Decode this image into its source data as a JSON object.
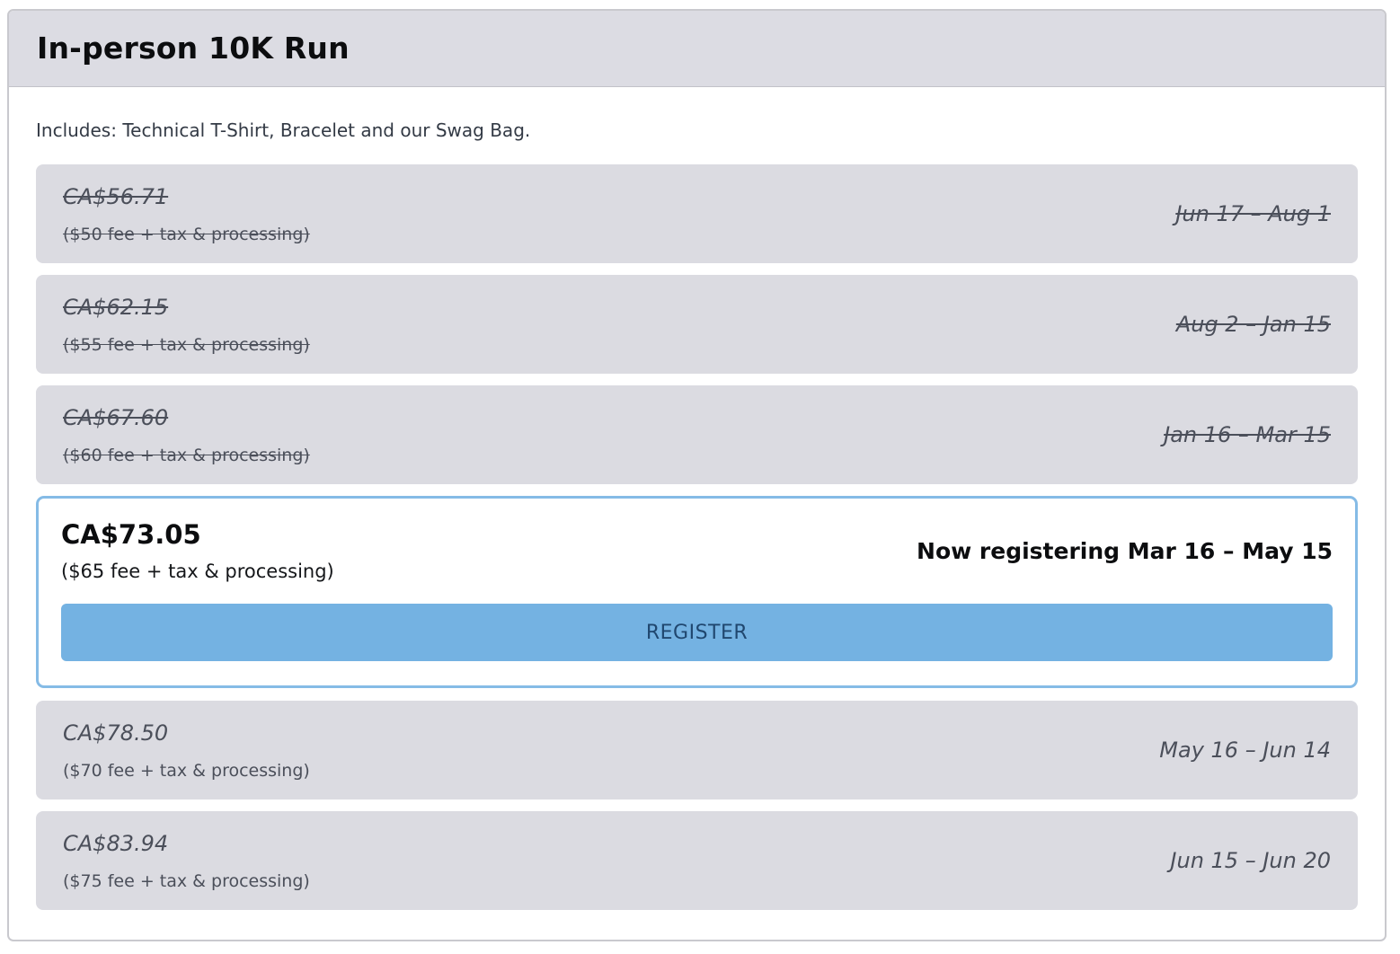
{
  "card": {
    "title": "In-person 10K Run",
    "includes": "Includes: Technical T-Shirt, Bracelet and our Swag Bag.",
    "tiers": [
      {
        "price": "CA$56.71",
        "fee": "($50 fee + tax & processing)",
        "dates": "Jun 17 – Aug 1",
        "status": "expired"
      },
      {
        "price": "CA$62.15",
        "fee": "($55 fee + tax & processing)",
        "dates": "Aug 2 – Jan 15",
        "status": "expired"
      },
      {
        "price": "CA$67.60",
        "fee": "($60 fee + tax & processing)",
        "dates": "Jan 16 – Mar 15",
        "status": "expired"
      },
      {
        "price": "CA$73.05",
        "fee": "($65 fee + tax & processing)",
        "dates": "Now registering Mar 16 – May 15",
        "status": "active",
        "button_label": "REGISTER"
      },
      {
        "price": "CA$78.50",
        "fee": "($70 fee + tax & processing)",
        "dates": "May 16 – Jun 14",
        "status": "upcoming"
      },
      {
        "price": "CA$83.94",
        "fee": "($75 fee + tax & processing)",
        "dates": "Jun 15 – Jun 20",
        "status": "upcoming"
      }
    ],
    "colors": {
      "header_bg": "#dcdce3",
      "row_bg": "#dbdbe1",
      "row_text": "#4b4f5a",
      "active_border": "#85bbe6",
      "button_bg": "#74b2e2",
      "button_text": "#20476f"
    }
  }
}
